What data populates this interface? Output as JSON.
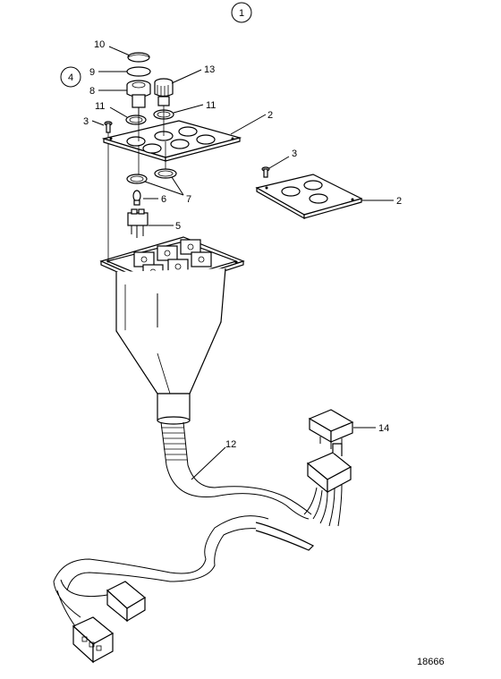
{
  "figure_number": "18666",
  "callouts": {
    "c1": "1",
    "c2a": "2",
    "c2b": "2",
    "c3a": "3",
    "c3b": "3",
    "c4": "4",
    "c5": "5",
    "c6": "6",
    "c7": "7",
    "c8": "8",
    "c9": "9",
    "c10": "10",
    "c11a": "11",
    "c11b": "11",
    "c12": "12",
    "c13": "13",
    "c14": "14"
  }
}
